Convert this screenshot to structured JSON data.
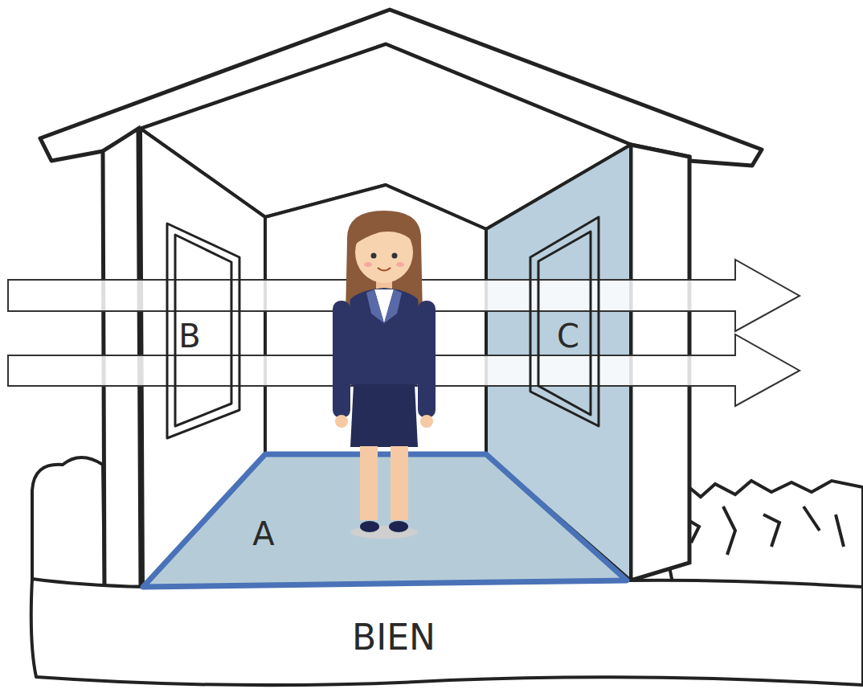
{
  "diagram": {
    "nodes": [
      {
        "text": [
          "BIEN"
        ]
      },
      {
        "text": [
          "A"
        ]
      },
      {
        "text": [
          "B"
        ]
      },
      {
        "text": [
          "C"
        ]
      }
    ]
  }
}
